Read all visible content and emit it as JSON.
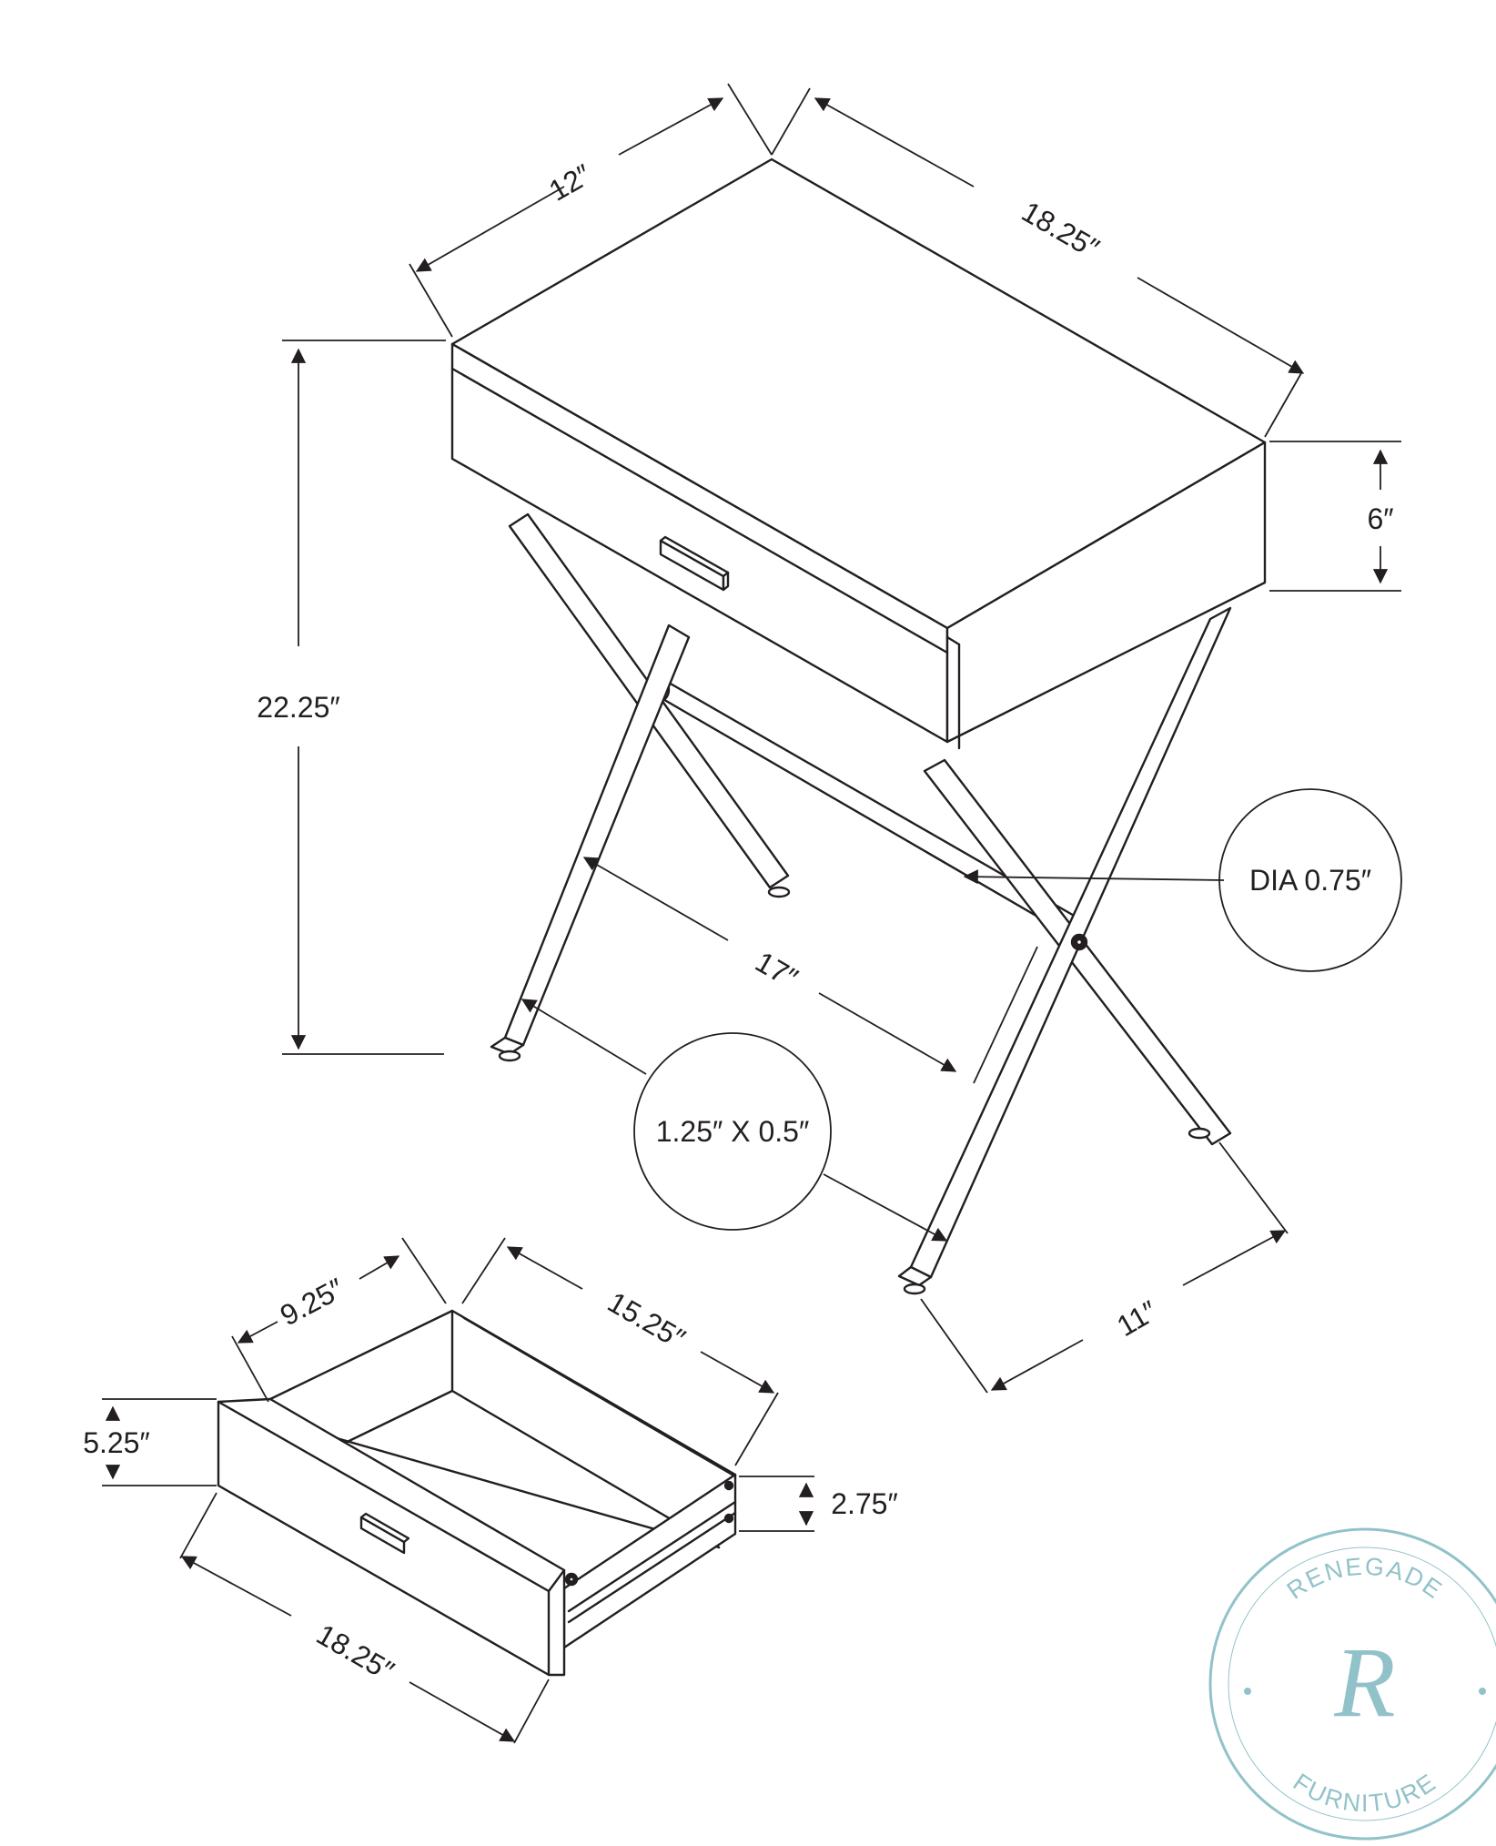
{
  "dimensions": {
    "top_depth": "12″",
    "top_width": "18.25″",
    "height": "22.25″",
    "drawer_box_height": "6″",
    "tube_diameter": "DIA 0.75″",
    "leg_span": "17″",
    "leg_profile": "1.25″ X 0.5″",
    "base_depth": "11″",
    "drawer_depth": "9.25″",
    "drawer_length": "15.25″",
    "drawer_front_height": "5.25″",
    "drawer_side_height": "2.75″",
    "drawer_front_width": "18.25″"
  },
  "watermark": {
    "brand_top": "RENEGADE",
    "brand_bottom": "FURNITURE",
    "monogram": "R",
    "color": "#7fb8c0"
  },
  "line_color": "#231f20"
}
